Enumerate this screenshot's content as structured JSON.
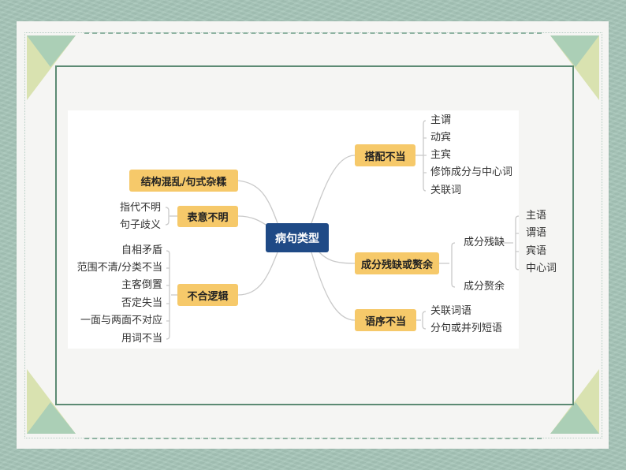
{
  "colors": {
    "background": "#a7c6b9",
    "paper": "#f5f5f3",
    "frame": "#5c8a73",
    "root_node": "#1f4a86",
    "branch_node": "#f6c96a",
    "connector": "#c9c9c9",
    "triangle_green": "#a9cdb6",
    "triangle_yellow": "#d6e0a8"
  },
  "mindmap": {
    "root": "病句类型",
    "left_branches": [
      {
        "label": "结构混乱/句式杂糅",
        "children": []
      },
      {
        "label": "表意不明",
        "children": [
          "指代不明",
          "句子歧义"
        ]
      },
      {
        "label": "不合逻辑",
        "children": [
          "自相矛盾",
          "范围不清/分类不当",
          "主客倒置",
          "否定失当",
          "一面与两面不对应",
          "用词不当"
        ]
      }
    ],
    "right_branches": [
      {
        "label": "搭配不当",
        "children": [
          "主谓",
          "动宾",
          "主宾",
          "修饰成分与中心词",
          "关联词"
        ]
      },
      {
        "label": "成分残缺或赘余",
        "children": [
          {
            "label": "成分残缺",
            "children": [
              "主语",
              "谓语",
              "宾语",
              "中心词"
            ]
          },
          {
            "label": "成分赘余",
            "children": []
          }
        ]
      },
      {
        "label": "语序不当",
        "children": [
          "关联词语",
          "分句或并列短语"
        ]
      }
    ]
  },
  "decorations": {
    "corner_icons": [
      "triangle-top-left",
      "triangle-top-right",
      "triangle-bottom-left",
      "triangle-bottom-right"
    ]
  }
}
